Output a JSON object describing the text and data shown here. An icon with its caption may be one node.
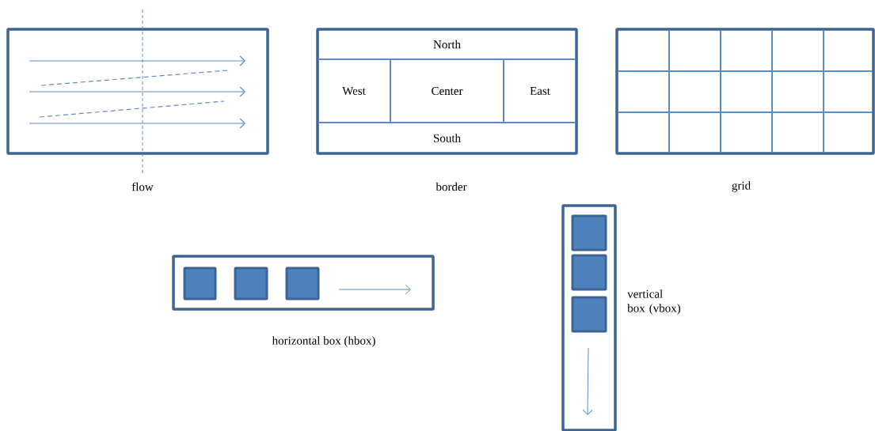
{
  "diagram": {
    "nodes": [
      {
        "text": [],
        "shape": "box",
        "beside": [
          "flow"
        ]
      },
      {
        "text": [],
        "shape": "box",
        "beside": [
          "border"
        ]
      },
      {
        "text": [
          "North"
        ],
        "in": 1
      },
      {
        "text": [
          "West"
        ],
        "in": 1
      },
      {
        "text": [
          "Center"
        ],
        "in": 1
      },
      {
        "text": [
          "East"
        ],
        "in": 1
      },
      {
        "text": [
          "South"
        ],
        "in": 1
      },
      {
        "text": [],
        "shape": "box",
        "beside": [
          "grid"
        ]
      },
      {
        "text": [],
        "shape": "box",
        "beside": [
          "horizontal box (hbox)"
        ]
      },
      {
        "text": [],
        "shape": "box",
        "in": 8
      },
      {
        "text": [],
        "shape": "box",
        "in": 8
      },
      {
        "text": [],
        "shape": "box",
        "in": 8
      },
      {
        "text": [],
        "shape": "box",
        "beside": [
          "vertical box (vbox)"
        ]
      },
      {
        "text": [],
        "shape": "box",
        "in": 12
      },
      {
        "text": [],
        "shape": "box",
        "in": 12
      },
      {
        "text": [],
        "shape": "box",
        "in": 12
      }
    ]
  }
}
